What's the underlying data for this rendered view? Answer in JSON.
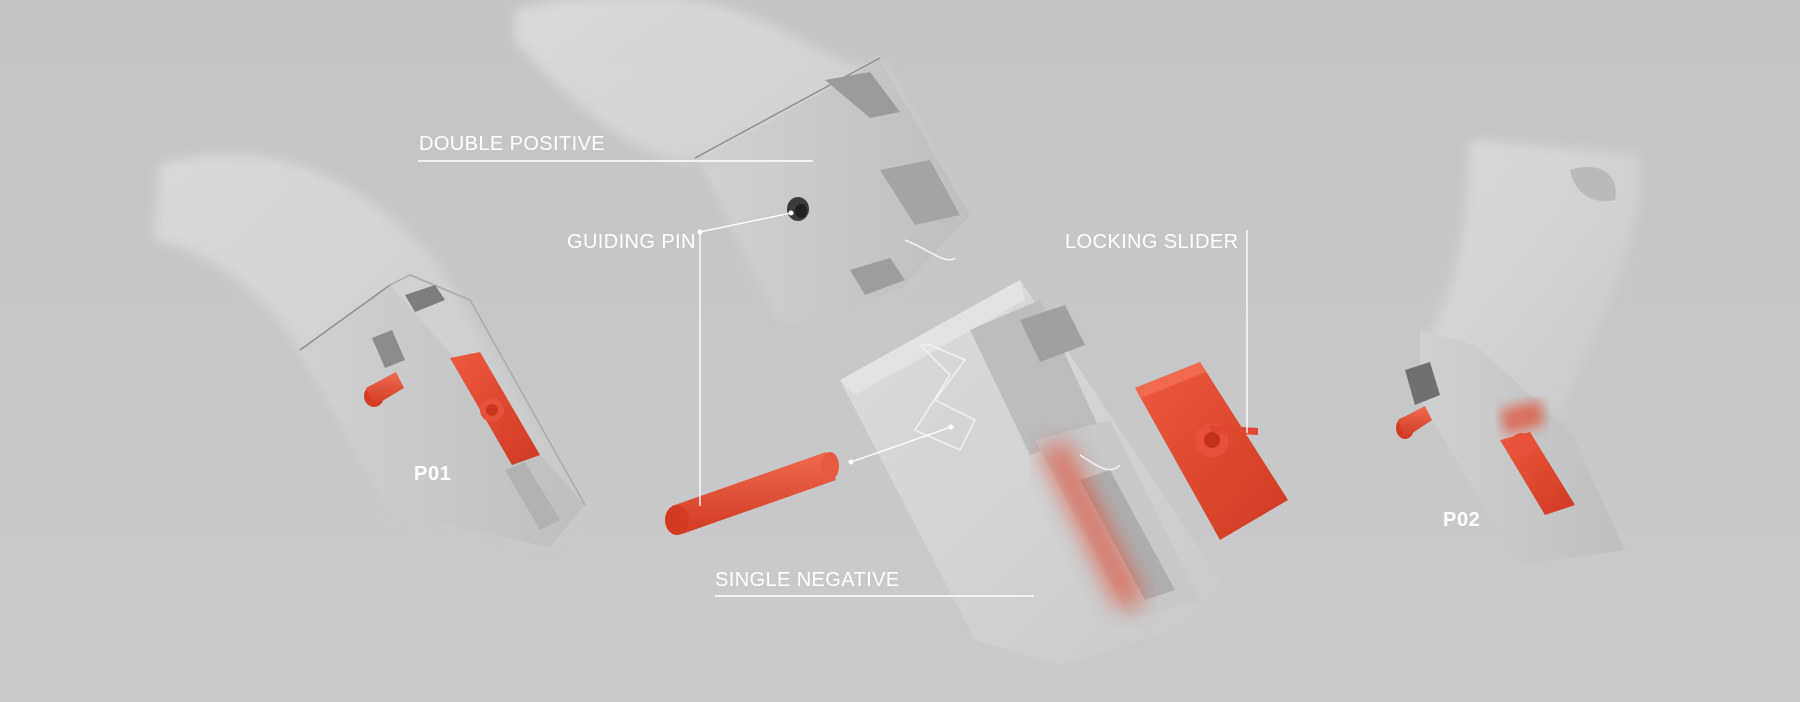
{
  "labels": {
    "double_positive": "DOUBLE POSITIVE",
    "guiding_pin": "GUIDING PIN",
    "locking_slider": "LOCKING SLIDER",
    "single_negative": "SINGLE NEGATIVE",
    "p01": "P01",
    "p02": "P02"
  },
  "colors": {
    "background": "#c4c5c6",
    "body": "#d3d4d5",
    "accent": "#e2492f",
    "line": "#ffffff"
  }
}
